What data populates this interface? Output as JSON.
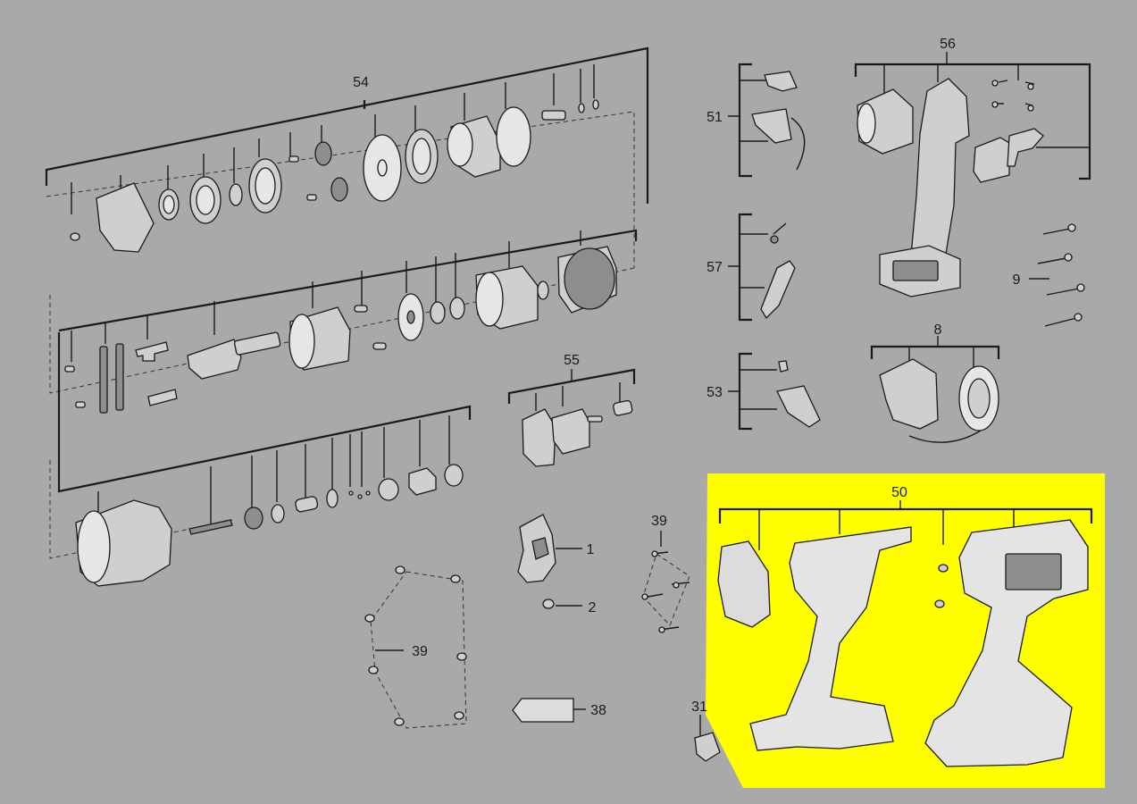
{
  "diagram": {
    "labels": {
      "p54": "54",
      "p51": "51",
      "p56": "56",
      "p57": "57",
      "p9": "9",
      "p8": "8",
      "p53": "53",
      "p55": "55",
      "p50": "50",
      "p39a": "39",
      "p1": "1",
      "p2": "2",
      "p39b": "39",
      "p38": "38",
      "p31": "31"
    },
    "colors": {
      "background": "#a9a9a9",
      "highlight": "#ffff00",
      "ink": "#1a1a1a"
    }
  }
}
